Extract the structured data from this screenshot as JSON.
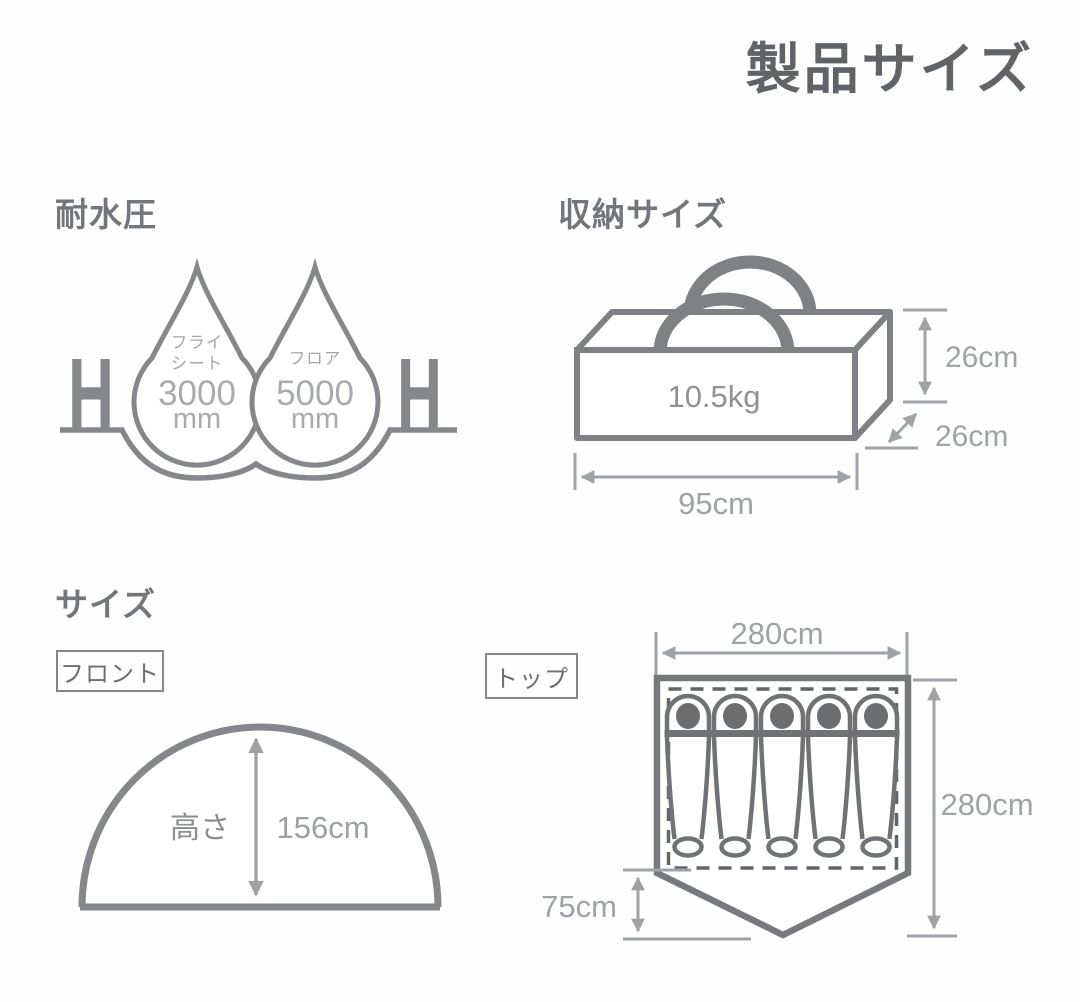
{
  "page_title": "製品サイズ",
  "water_resistance": {
    "heading": "耐水圧",
    "h_symbol": "H",
    "drops": [
      {
        "line1": "フライ",
        "line2": "シート",
        "value": "3000",
        "unit": "mm"
      },
      {
        "line1": "フロア",
        "value": "5000",
        "unit": "mm"
      }
    ]
  },
  "storage": {
    "heading": "収納サイズ",
    "weight": "10.5kg",
    "height": "26cm",
    "depth": "26cm",
    "width": "95cm"
  },
  "size": {
    "heading": "サイズ",
    "front_tag": "フロント",
    "height_label": "高さ",
    "height_value": "156cm",
    "top_tag": "トップ",
    "top_width": "280cm",
    "top_depth": "280cm",
    "vestibule_depth": "75cm",
    "sleeper_count": 5
  },
  "colors": {
    "title_gray": "#606368",
    "heading_gray": "#73767b",
    "diagram_gray": "#85878b",
    "dark_diagram_gray": "#707376",
    "dimension_gray": "#9fa2a6",
    "background": "#fefefe"
  }
}
